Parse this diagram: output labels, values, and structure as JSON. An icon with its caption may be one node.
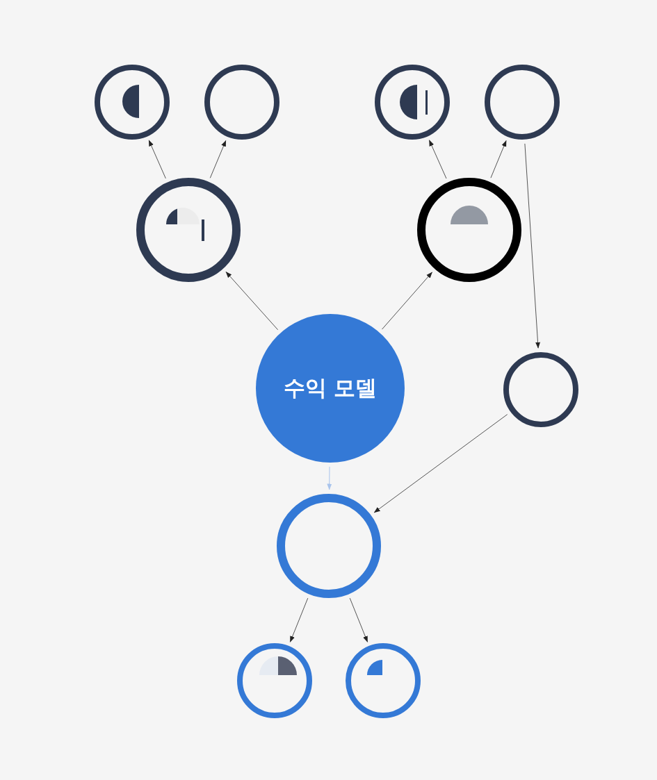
{
  "diagram": {
    "nodes": [
      {
        "text": [],
        "shape": "circle"
      },
      {
        "text": [],
        "shape": "circle"
      },
      {
        "text": [],
        "shape": "circle"
      },
      {
        "text": [],
        "shape": "circle"
      },
      {
        "text": [],
        "shape": "circle"
      },
      {
        "text": [],
        "shape": "circle"
      },
      {
        "text": [
          "수익 모델"
        ]
      },
      {
        "text": [],
        "shape": "circle"
      },
      {
        "text": [],
        "shape": "circle"
      },
      {
        "text": [],
        "shape": "circle"
      },
      {
        "text": [],
        "shape": "circle"
      }
    ],
    "edges": [
      {
        "from": 6,
        "to": 4,
        "arrow": "to"
      },
      {
        "from": 6,
        "to": 5,
        "arrow": "to"
      },
      {
        "from": 4,
        "to": 0,
        "arrow": "to"
      },
      {
        "from": 4,
        "to": 1,
        "arrow": "to"
      },
      {
        "from": 5,
        "to": 2,
        "arrow": "to"
      },
      {
        "from": 5,
        "to": 3,
        "arrow": "to"
      },
      {
        "from": 3,
        "to": 7,
        "arrow": "to"
      },
      {
        "from": 7,
        "to": 8,
        "arrow": "to"
      },
      {
        "from": 6,
        "to": 8,
        "arrow": "to",
        "color": "#a9c4ec"
      },
      {
        "from": 8,
        "to": 9,
        "arrow": "to"
      },
      {
        "from": 8,
        "to": 10,
        "arrow": "to"
      }
    ]
  }
}
